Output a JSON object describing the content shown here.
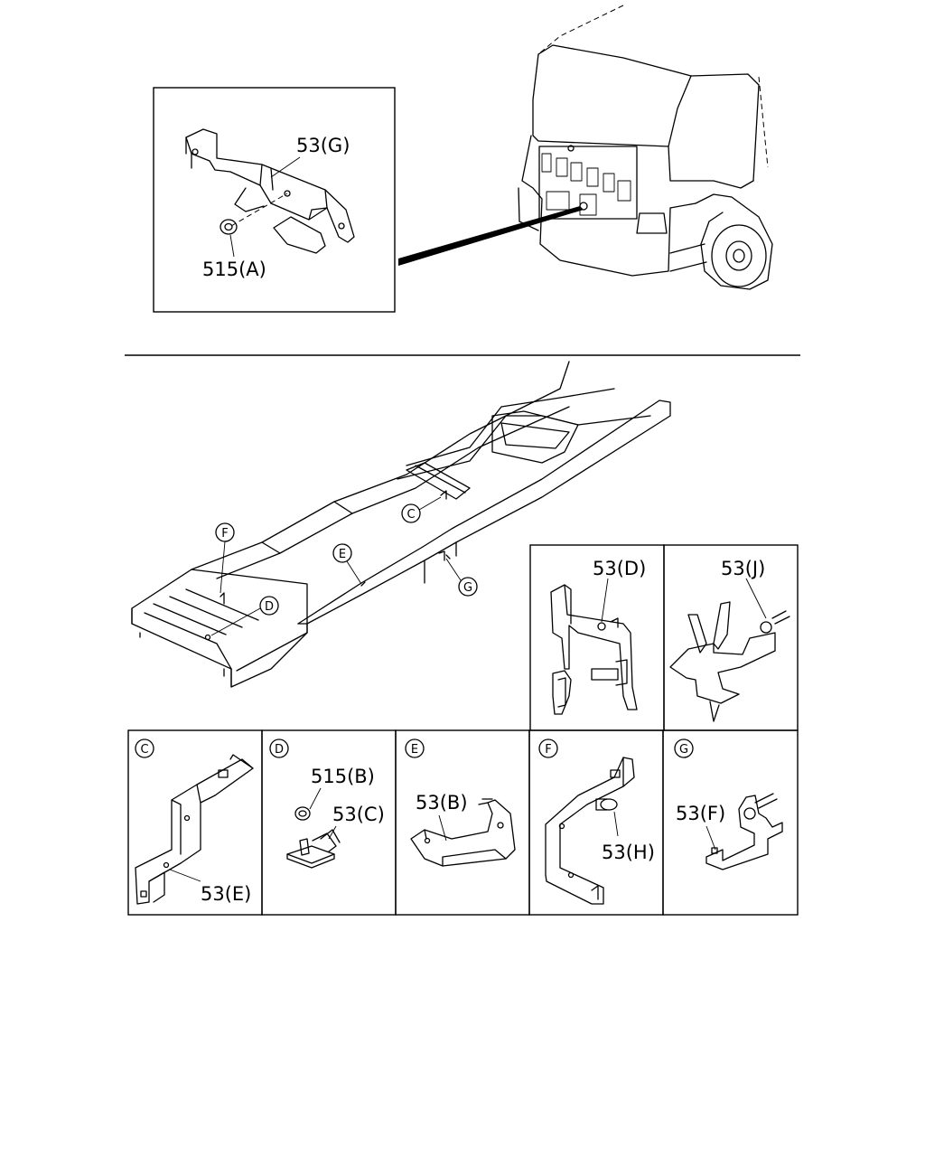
{
  "callouts": {
    "top_bracket": "53(G)",
    "top_nut": "515(A)",
    "panel_d_part": "53(D)",
    "panel_j_part": "53(J)",
    "bottom_c_part": "53(E)",
    "bottom_d_nut": "515(B)",
    "bottom_d_part": "53(C)",
    "bottom_e_part": "53(B)",
    "bottom_f_part": "53(H)",
    "bottom_g_part": "53(F)"
  },
  "location_markers": {
    "c": "C",
    "d": "D",
    "e": "E",
    "f": "F",
    "g": "G"
  },
  "panel_markers": [
    "C",
    "D",
    "E",
    "F",
    "G"
  ]
}
